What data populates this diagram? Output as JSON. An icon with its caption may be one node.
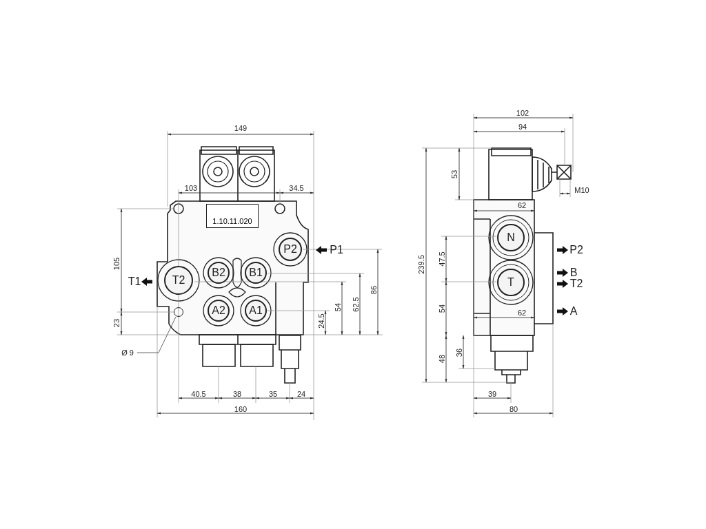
{
  "diagram": {
    "nodes": [
      {
        "text": [
          "1.10.11.020"
        ]
      },
      {
        "text": [
          "P2"
        ]
      },
      {
        "text": [
          "T2"
        ]
      },
      {
        "text": [
          "B2"
        ]
      },
      {
        "text": [
          "B1"
        ]
      },
      {
        "text": [
          "A2"
        ]
      },
      {
        "text": [
          "A1"
        ]
      },
      {
        "text": [
          "N"
        ]
      },
      {
        "text": [
          "T"
        ]
      },
      {
        "text": [
          "Ø 9"
        ]
      },
      {
        "text": [],
        "shape": "circle"
      }
    ],
    "edges": [
      {
        "from": 9,
        "to": 10,
        "arrow": "none"
      }
    ],
    "labels": [
      "149",
      "103",
      "34.5",
      "P1",
      "105",
      "T1",
      "23",
      "24.5",
      "54",
      "62.5",
      "86",
      "40.5",
      "38",
      "35",
      "24",
      "160",
      "102",
      "94",
      "53",
      "M10",
      "62",
      "239.5",
      "47.5",
      "P2",
      "B",
      "T2",
      "54",
      "62",
      "A",
      "48",
      "36",
      "39",
      "80"
    ]
  }
}
